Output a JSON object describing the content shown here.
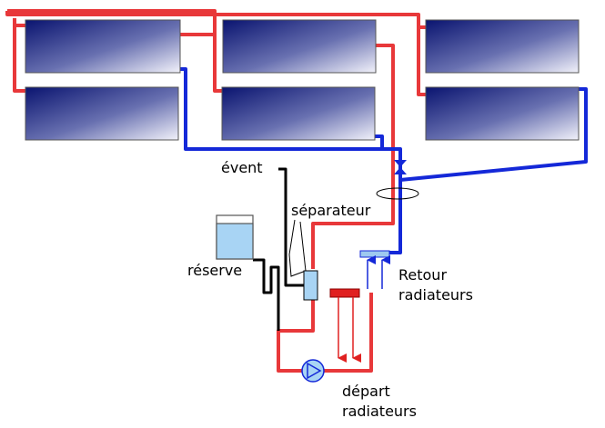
{
  "labels": {
    "event": "évent",
    "separateur": "séparateur",
    "reserve": "réserve",
    "retour_line1": "Retour",
    "retour_line2": "radiateurs",
    "depart_line1": "départ",
    "depart_line2": "radiateurs"
  },
  "colors": {
    "hot_pipe": "#e8383a",
    "cold_pipe": "#1428d8",
    "vent_pipe": "#000000",
    "panel_dark": "#0a1470",
    "panel_light": "#f2f2fa",
    "water": "#a8d4f4",
    "collector_red": "#e02020",
    "collector_blue": "#9ec9ef"
  },
  "icons": {
    "pump": "pump-icon",
    "valve": "valve-icon",
    "separator": "separator-icon",
    "reservoir": "reservoir-icon"
  }
}
